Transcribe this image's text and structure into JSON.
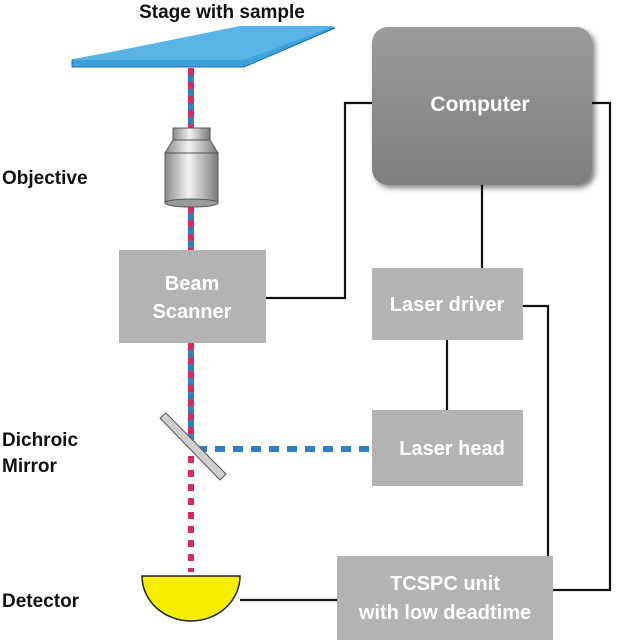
{
  "labels": {
    "stage": "Stage with sample",
    "objective": "Objective",
    "dichroic_line1": "Dichroic",
    "dichroic_line2": "Mirror",
    "detector": "Detector"
  },
  "boxes": {
    "computer": "Computer",
    "beam_scanner_line1": "Beam",
    "beam_scanner_line2": "Scanner",
    "laser_driver": "Laser driver",
    "laser_head": "Laser head",
    "tcspc_line1": "TCSPC unit",
    "tcspc_line2": "with low deadtime"
  },
  "colors": {
    "box_gray": "#b3b3b3",
    "computer_gray": "#8c8c8c",
    "beam_red": "#d62b5b",
    "beam_blue": "#2f7fc8",
    "stage_blue": "#3ea2dc",
    "detector_yellow": "#f5ee00",
    "wire": "#111111"
  },
  "icons": {
    "stage": "sample-stage-icon",
    "objective": "objective-lens-icon",
    "mirror": "dichroic-mirror-icon",
    "detector": "detector-icon"
  }
}
